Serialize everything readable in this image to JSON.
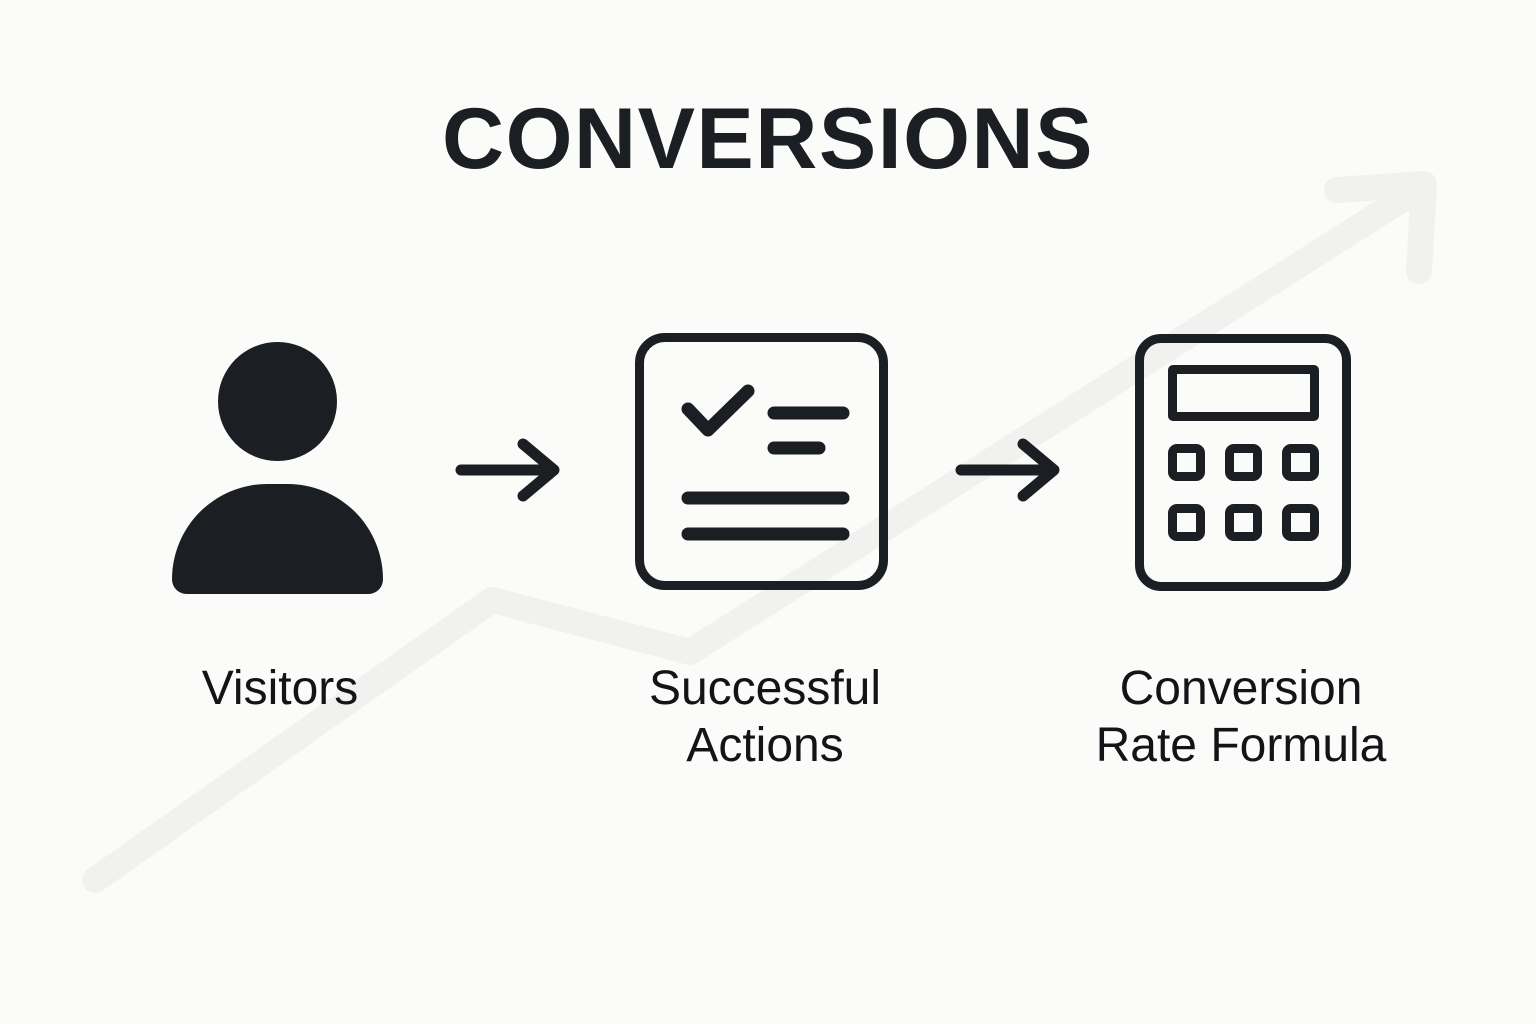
{
  "page": {
    "title": "CONVERSIONS",
    "background_color": "#fbfbfa",
    "ink_color": "#1b1e22",
    "text_color": "#121417",
    "watermark_color": "#f2f2f0"
  },
  "flow": {
    "stages": [
      {
        "id": "visitors",
        "icon": "person-icon",
        "label": "Visitors"
      },
      {
        "id": "successful-actions",
        "icon": "checklist-document-icon",
        "label": "Successful\nActions"
      },
      {
        "id": "conversion-rate-formula",
        "icon": "calculator-icon",
        "label": "Conversion\nRate Formula"
      }
    ],
    "connectors": [
      {
        "id": "arrow-1",
        "icon": "arrow-right-icon",
        "from": "visitors",
        "to": "successful-actions"
      },
      {
        "id": "arrow-2",
        "icon": "arrow-right-icon",
        "from": "successful-actions",
        "to": "conversion-rate-formula"
      }
    ]
  },
  "decoration": {
    "watermark": "upward-trend-arrow-icon"
  }
}
